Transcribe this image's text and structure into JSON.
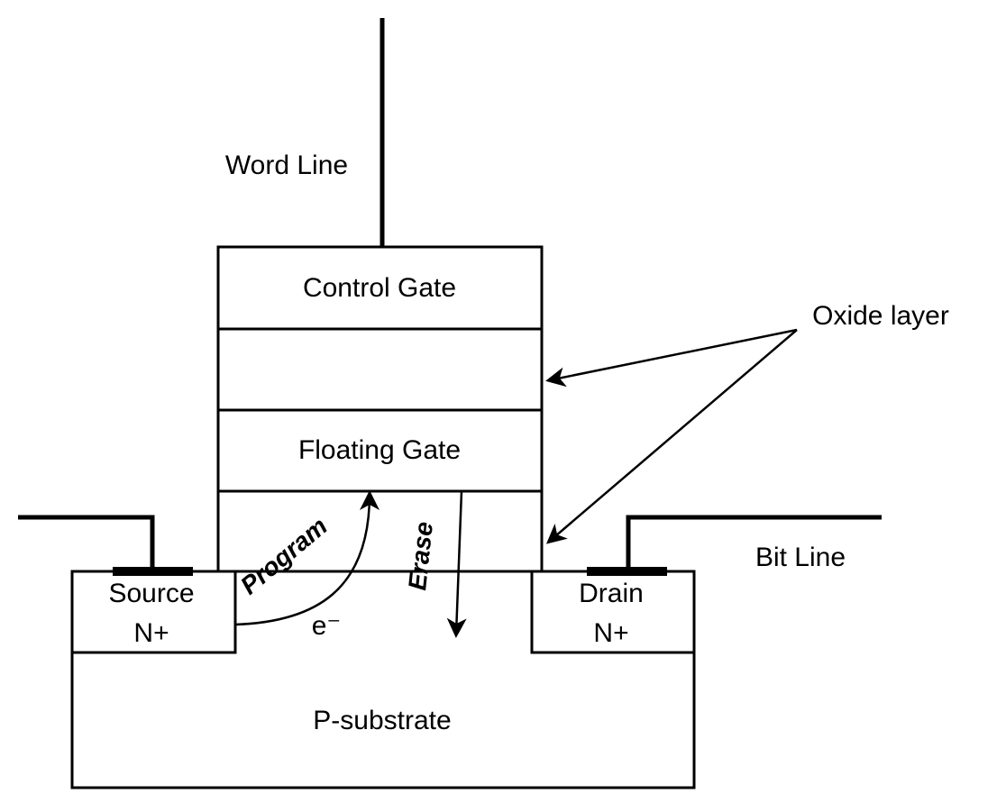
{
  "labels": {
    "word_line": "Word Line",
    "control_gate": "Control Gate",
    "floating_gate": "Floating Gate",
    "oxide_layer": "Oxide layer",
    "bit_line": "Bit Line",
    "source_name": "Source",
    "source_type": "N+",
    "drain_name": "Drain",
    "drain_type": "N+",
    "p_substrate": "P-substrate",
    "electron": "e⁻",
    "program": "Program",
    "erase": "Erase"
  },
  "colors": {
    "stroke": "#000000",
    "fill": "#ffffff"
  }
}
